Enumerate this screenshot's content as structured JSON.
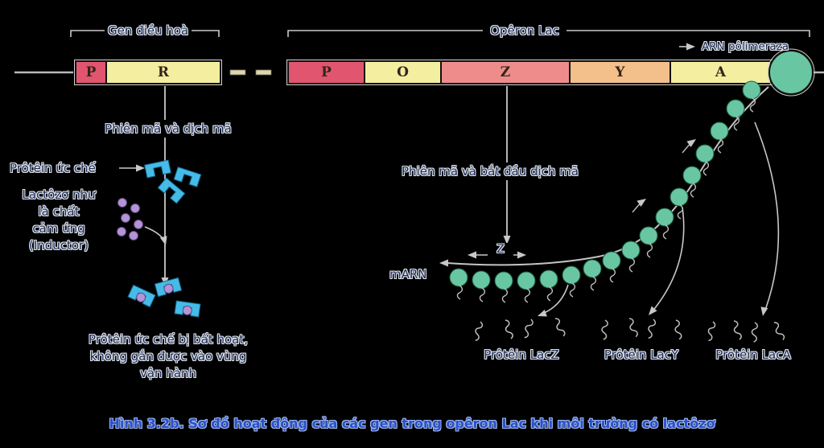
{
  "caption": "Hình 3.2b. Sơ đồ hoạt động của các gen trong opêron Lac khi môi trường có lactôzơ",
  "brackets": {
    "regulatory": "Gen điều hoà",
    "operon": "Opêron Lac"
  },
  "polymerase_label": "ARN pôlimeraza",
  "gene_bar": {
    "segments": [
      {
        "label": "P",
        "color": "#e2556e"
      },
      {
        "label": "R",
        "color": "#f4eea0"
      },
      {
        "label": "P",
        "color": "#e2556e"
      },
      {
        "label": "O",
        "color": "#f4eea0"
      },
      {
        "label": "Z",
        "color": "#ee8c8c"
      },
      {
        "label": "Y",
        "color": "#f3c08b"
      },
      {
        "label": "A",
        "color": "#f4eea0"
      }
    ]
  },
  "left": {
    "transcription_label": "Phiên mã và dịch mã",
    "repressor_label": "Prôtêin ức chế",
    "inducer_lines": [
      "Lactôzơ như",
      "là chất",
      "cảm ứng",
      "(Inductor)"
    ],
    "inactivated_lines": [
      "Prôtêin ức chế bị bất hoạt,",
      "không gắn được vào vùng",
      "vận hành"
    ]
  },
  "right": {
    "transcription_label": "Phiên mã và bắt đầu dịch mã",
    "mrna_label": "mARN",
    "gene_z_marker": "Z",
    "protein_labels": [
      "Prôtêin LacZ",
      "Prôtêin LacY",
      "Prôtêin LacA"
    ]
  },
  "colors": {
    "background": "#000000",
    "segment_pink": "#e2556e",
    "segment_yellow": "#f4eea0",
    "segment_salmon": "#ee8c8c",
    "segment_peach": "#f3c08b",
    "polymerase_green": "#68c7a2",
    "ribosome_green": "#68c7a2",
    "repressor_blue": "#45bbe8",
    "lactose_purple": "#b494d6",
    "caption_blue": "#2b50c8",
    "line_gray": "#c8c8c8",
    "text_dark": "#1d2b55"
  }
}
